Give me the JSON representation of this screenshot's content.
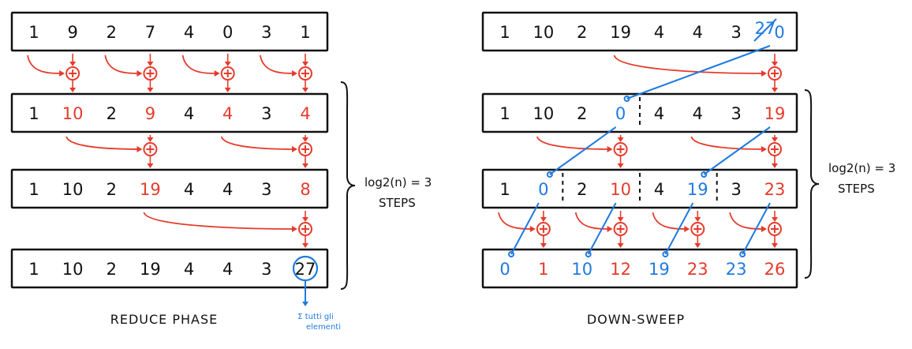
{
  "colors": {
    "ink": "#111111",
    "red": "#e53b2c",
    "blue": "#1f7ae0"
  },
  "reduce": {
    "rows": [
      {
        "values": [
          "1",
          "9",
          "2",
          "7",
          "4",
          "0",
          "3",
          "1"
        ],
        "red": []
      },
      {
        "values": [
          "1",
          "10",
          "2",
          "9",
          "4",
          "4",
          "3",
          "4"
        ],
        "red": [
          1,
          3,
          5,
          7
        ]
      },
      {
        "values": [
          "1",
          "10",
          "2",
          "19",
          "4",
          "4",
          "3",
          "8"
        ],
        "red": [
          3,
          7
        ]
      },
      {
        "values": [
          "1",
          "10",
          "2",
          "19",
          "4",
          "4",
          "3",
          "27"
        ],
        "red": []
      }
    ],
    "steps_label": [
      "log2(n) = 3",
      "STEPS"
    ],
    "caption": "REDUCE PHASE",
    "sum_note": [
      "Σ tutti gli",
      "elementi"
    ]
  },
  "downsweep": {
    "rows": [
      {
        "values": [
          "1",
          "10",
          "2",
          "19",
          "4",
          "4",
          "3",
          "0"
        ],
        "red": [],
        "blue": [
          7
        ],
        "struck": [
          "27"
        ]
      },
      {
        "values": [
          "1",
          "10",
          "2",
          "0",
          "4",
          "4",
          "3",
          "19"
        ],
        "red": [
          7
        ],
        "blue": [
          3
        ]
      },
      {
        "values": [
          "1",
          "0",
          "2",
          "10",
          "4",
          "19",
          "3",
          "23"
        ],
        "red": [
          3,
          7
        ],
        "blue": [
          1,
          5
        ]
      },
      {
        "values": [
          "0",
          "1",
          "10",
          "12",
          "19",
          "23",
          "23",
          "26"
        ],
        "red": [
          1,
          3,
          5,
          7
        ],
        "blue": [
          0,
          2,
          4,
          6
        ]
      }
    ],
    "steps_label": [
      "log2(n) = 3",
      "STEPS"
    ],
    "caption": "DOWN-SWEEP"
  }
}
